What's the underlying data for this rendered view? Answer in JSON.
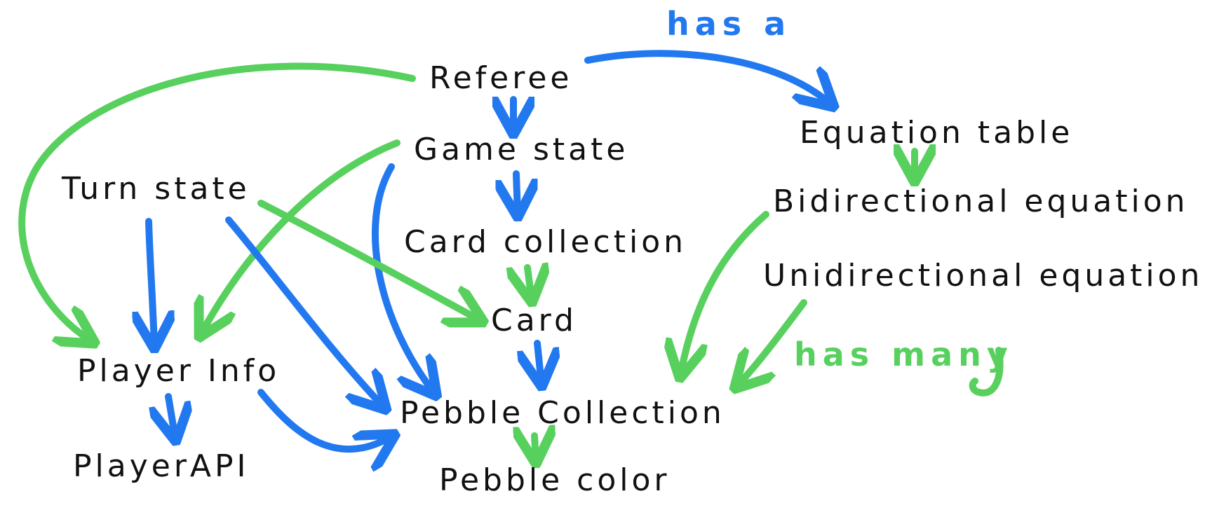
{
  "colors": {
    "has_a": "#2279ef",
    "has_many": "#58d05e",
    "text": "#111111"
  },
  "legend": {
    "has_a": "has a",
    "has_many": "has many"
  },
  "nodes": {
    "referee": "Referee",
    "game_state": "Game state",
    "turn_state": "Turn state",
    "equation_table": "Equation table",
    "bidirectional_equation": "Bidirectional equation",
    "unidirectional_equation": "Unidirectional equation",
    "card_collection": "Card collection",
    "card": "Card",
    "player_info": "Player Info",
    "player_api": "PlayerAPI",
    "pebble_collection": "Pebble Collection",
    "pebble_color": "Pebble color"
  },
  "edges": [
    {
      "from": "referee",
      "to": "game_state",
      "relation": "has_a"
    },
    {
      "from": "referee",
      "to": "equation_table",
      "relation": "has_a"
    },
    {
      "from": "referee",
      "to": "player_info",
      "relation": "has_many"
    },
    {
      "from": "game_state",
      "to": "card_collection",
      "relation": "has_a"
    },
    {
      "from": "game_state",
      "to": "player_info",
      "relation": "has_many"
    },
    {
      "from": "game_state",
      "to": "pebble_collection",
      "relation": "has_a"
    },
    {
      "from": "turn_state",
      "to": "player_info",
      "relation": "has_a"
    },
    {
      "from": "turn_state",
      "to": "pebble_collection",
      "relation": "has_a"
    },
    {
      "from": "turn_state",
      "to": "card",
      "relation": "has_many"
    },
    {
      "from": "equation_table",
      "to": "bidirectional_equation",
      "relation": "has_many"
    },
    {
      "from": "bidirectional_equation",
      "to": "pebble_collection",
      "relation": "has_many"
    },
    {
      "from": "unidirectional_equation",
      "to": "pebble_collection",
      "relation": "has_many"
    },
    {
      "from": "card_collection",
      "to": "card",
      "relation": "has_many"
    },
    {
      "from": "card",
      "to": "pebble_collection",
      "relation": "has_a"
    },
    {
      "from": "player_info",
      "to": "player_api",
      "relation": "has_a"
    },
    {
      "from": "player_info",
      "to": "pebble_collection",
      "relation": "has_a"
    },
    {
      "from": "pebble_collection",
      "to": "pebble_color",
      "relation": "has_many"
    }
  ]
}
